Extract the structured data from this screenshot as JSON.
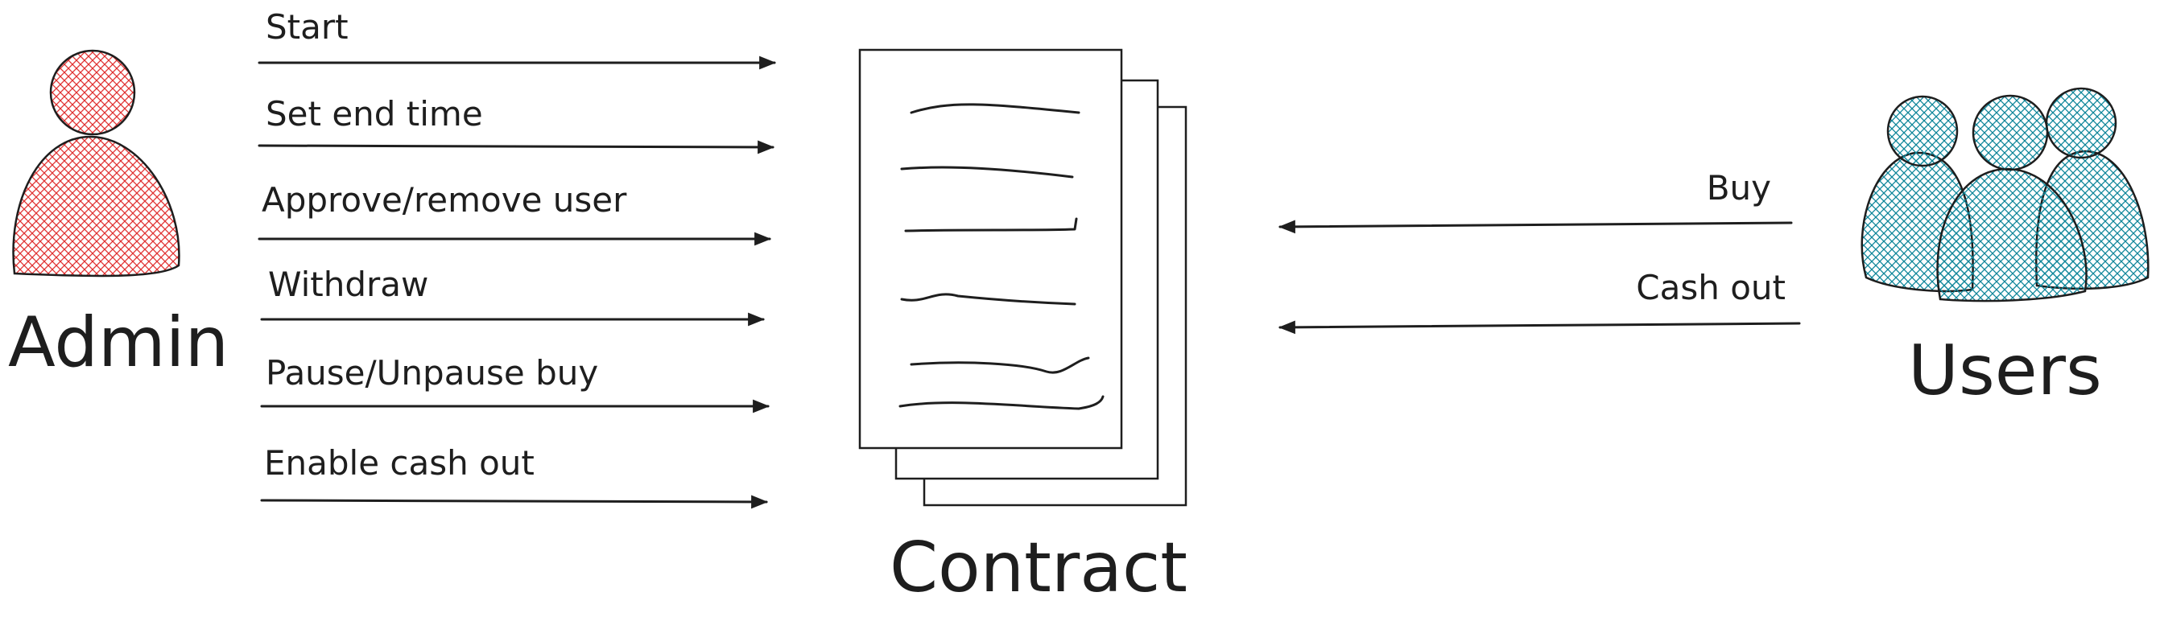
{
  "admin": {
    "label": "Admin",
    "fill_color": "#e03131",
    "icon": "person-icon"
  },
  "admin_actions": [
    "Start",
    "Set end time",
    "Approve/remove user",
    "Withdraw",
    "Pause/Unpause buy",
    "Enable cash out"
  ],
  "contract": {
    "label": "Contract",
    "icon": "document-stack-icon"
  },
  "users": {
    "label": "Users",
    "fill_color": "#0c8599",
    "icon": "user-group-icon"
  },
  "user_actions": [
    "Buy",
    "Cash out"
  ],
  "colors": {
    "stroke": "#1e1e1e",
    "admin_fill": "#e03131",
    "users_fill": "#0c8599"
  }
}
